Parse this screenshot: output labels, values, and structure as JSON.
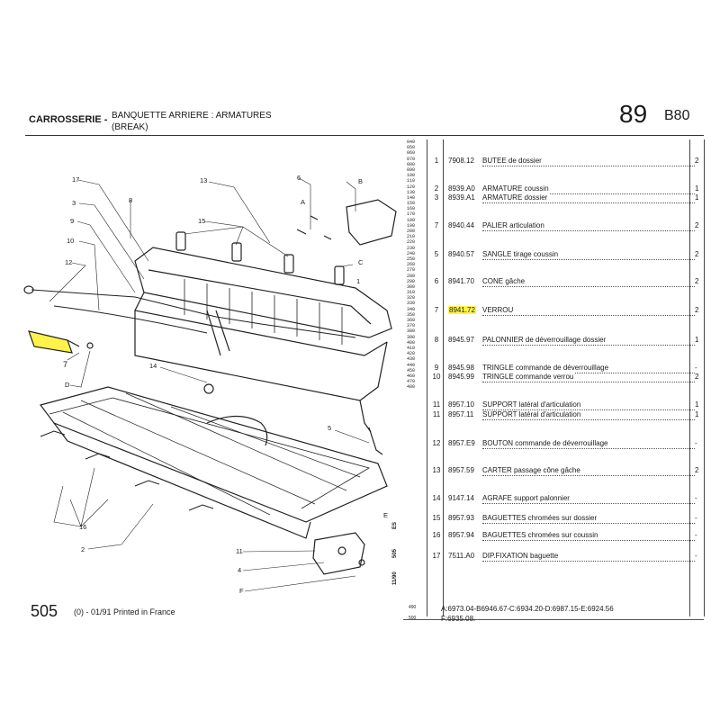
{
  "header": {
    "section": "CARROSSERIE -",
    "title_line1": "BANQUETTE ARRIERE : ARMATURES",
    "title_line2": "(BREAK)",
    "page_number": "89",
    "group_code": "B80"
  },
  "scale_marks": [
    "040",
    "050",
    "060",
    "070",
    "080",
    "090",
    "100",
    "110",
    "120",
    "130",
    "140",
    "150",
    "160",
    "170",
    "180",
    "190",
    "200",
    "210",
    "220",
    "230",
    "240",
    "250",
    "260",
    "270",
    "280",
    "290",
    "300",
    "310",
    "320",
    "330",
    "340",
    "350",
    "360",
    "370",
    "380",
    "390",
    "400",
    "410",
    "420",
    "430",
    "440",
    "450",
    "460",
    "470",
    "480"
  ],
  "vertical_labels": {
    "left": "11/90",
    "mid": "505",
    "right": "ES"
  },
  "parts": [
    {
      "index": "1",
      "ref": "7908.12",
      "desc": "BUTEE de dossier",
      "qty": "2"
    },
    {
      "index": "2",
      "ref": "8939.A0",
      "desc": "ARMATURE coussin",
      "qty": "1"
    },
    {
      "index": "3",
      "ref": "8939.A1",
      "desc": "ARMATURE dossier",
      "qty": "1"
    },
    {
      "index": "7",
      "ref": "8940.44",
      "desc": "PALIER articulation",
      "qty": "2"
    },
    {
      "index": "5",
      "ref": "8940.57",
      "desc": "SANGLE tirage coussin",
      "qty": "2"
    },
    {
      "index": "6",
      "ref": "8941.70",
      "desc": "CONE gâche",
      "qty": "2"
    },
    {
      "index": "7",
      "ref": "8941.72",
      "desc": "VERROU",
      "qty": "2"
    },
    {
      "index": "8",
      "ref": "8945.97",
      "desc": "PALONNIER de déverrouillage dossier",
      "qty": "1"
    },
    {
      "index": "9",
      "ref": "8945.98",
      "desc": "TRINGLE commande de déverrouillage",
      "qty": "-"
    },
    {
      "index": "10",
      "ref": "8945.99",
      "desc": "TRINGLE commande verrou",
      "qty": "2"
    },
    {
      "index": "11",
      "ref": "8957.10",
      "desc": "SUPPORT latéral d'articulation",
      "qty": "1"
    },
    {
      "index": "11",
      "ref": "8957.11",
      "desc": "SUPPORT latéral d'articulation",
      "qty": "1"
    },
    {
      "index": "12",
      "ref": "8957.E9",
      "desc": "BOUTON commande de déverrouillage",
      "qty": "-"
    },
    {
      "index": "13",
      "ref": "8957.59",
      "desc": "CARTER passage cône gâche",
      "qty": "2"
    },
    {
      "index": "14",
      "ref": "9147.14",
      "desc": "AGRAFE support palonnier",
      "qty": "-"
    },
    {
      "index": "15",
      "ref": "8957.93",
      "desc": "BAGUETTES chromées sur dossier",
      "qty": "-"
    },
    {
      "index": "16",
      "ref": "8957.94",
      "desc": "BAGUETTES chromées sur coussin",
      "qty": "-"
    },
    {
      "index": "17",
      "ref": "7511.A0",
      "desc": "DIP.FIXATION baguette",
      "qty": "-"
    }
  ],
  "highlight_ref": "8941.72",
  "callouts": [
    {
      "id": "17",
      "text": "17"
    },
    {
      "id": "3",
      "text": "3"
    },
    {
      "id": "9",
      "text": "9"
    },
    {
      "id": "10",
      "text": "10"
    },
    {
      "id": "12",
      "text": "12"
    },
    {
      "id": "7",
      "text": "7"
    },
    {
      "id": "D",
      "text": "D"
    },
    {
      "id": "16",
      "text": "16"
    },
    {
      "id": "2",
      "text": "2"
    },
    {
      "id": "8",
      "text": "8"
    },
    {
      "id": "13",
      "text": "13"
    },
    {
      "id": "15",
      "text": "15"
    },
    {
      "id": "14",
      "text": "14"
    },
    {
      "id": "6",
      "text": "6"
    },
    {
      "id": "A",
      "text": "A"
    },
    {
      "id": "B",
      "text": "B"
    },
    {
      "id": "C",
      "text": "C"
    },
    {
      "id": "1",
      "text": "1"
    },
    {
      "id": "5",
      "text": "5"
    },
    {
      "id": "11",
      "text": "11"
    },
    {
      "id": "4",
      "text": "4"
    },
    {
      "id": "F",
      "text": "F"
    },
    {
      "id": "E",
      "text": "E"
    }
  ],
  "footer": {
    "page_code": "505",
    "page_suffix": "(0) - 01/91 Printed in France",
    "ref_line1": "A:6973.04-B6946.67-C:6934.20-D:6987.15-E:6924.56",
    "ref_line2": "F:6935.08.",
    "scale_490": "490",
    "scale_500": "500"
  },
  "colors": {
    "highlight": "#fff34a",
    "ink": "#1a1a1a"
  }
}
